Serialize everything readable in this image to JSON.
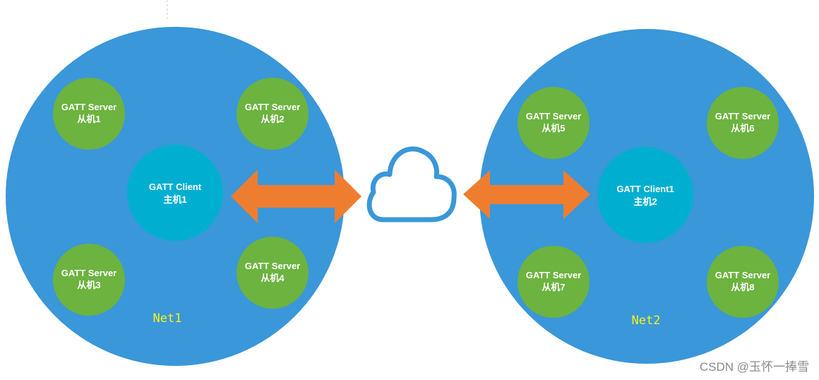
{
  "networks": [
    {
      "label": "Net1",
      "client": {
        "line1": "GATT Client",
        "line2": "主机1"
      },
      "servers": [
        {
          "line1": "GATT Server",
          "line2": "从机1"
        },
        {
          "line1": "GATT Server",
          "line2": "从机2"
        },
        {
          "line1": "GATT Server",
          "line2": "从机3"
        },
        {
          "line1": "GATT Server",
          "line2": "从机4"
        }
      ]
    },
    {
      "label": "Net2",
      "client": {
        "line1": "GATT Client1",
        "line2": "主机2"
      },
      "servers": [
        {
          "line1": "GATT Server",
          "line2": "从机5"
        },
        {
          "line1": "GATT Server",
          "line2": "从机6"
        },
        {
          "line1": "GATT Server",
          "line2": "从机7"
        },
        {
          "line1": "GATT Server",
          "line2": "从机8"
        }
      ]
    }
  ],
  "icons": {
    "cloud": "cloud-icon",
    "arrow": "double-arrow-icon"
  },
  "colors": {
    "network_circle": "#3a97d9",
    "client_node": "#00afd0",
    "server_node": "#6cb33f",
    "arrow": "#ef7d30",
    "cloud_stroke": "#3a97d9",
    "net_label": "#f7f319"
  },
  "watermark": "CSDN @玉怀一捧雪"
}
